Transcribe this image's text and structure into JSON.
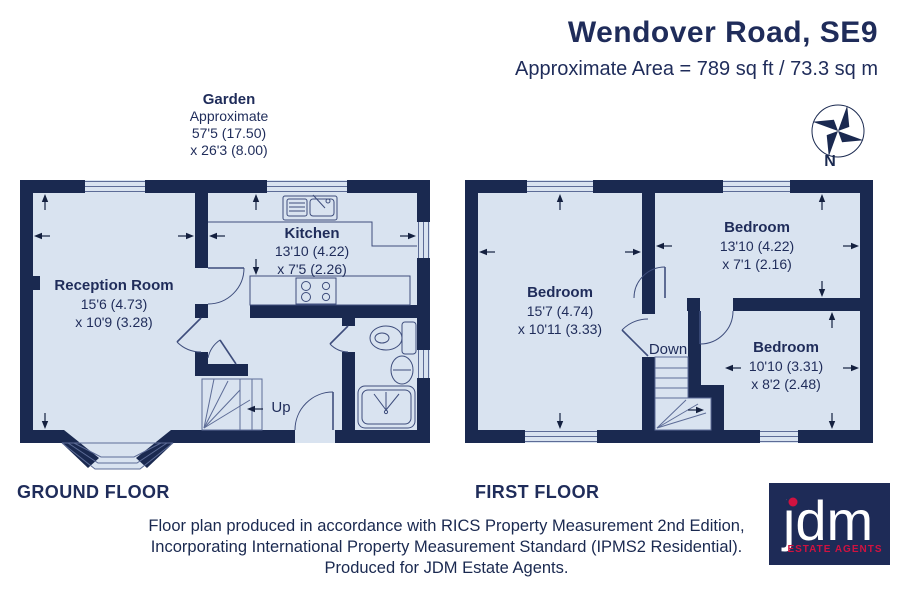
{
  "header": {
    "title": "Wendover Road, SE9",
    "subtitle": "Approximate Area = 789 sq ft /  73.3 sq m"
  },
  "garden": {
    "title": "Garden",
    "line1": "Approximate",
    "line2": "57'5 (17.50)",
    "line3": "x 26'3 (8.00)"
  },
  "compass": {
    "label": "N"
  },
  "ground_floor": {
    "label": "GROUND FLOOR",
    "stairs_label": "Up",
    "reception": {
      "name": "Reception Room",
      "dim1": "15'6 (4.73)",
      "dim2": "x 10'9 (3.28)"
    },
    "kitchen": {
      "name": "Kitchen",
      "dim1": "13'10 (4.22)",
      "dim2": "x 7'5 (2.26)"
    }
  },
  "first_floor": {
    "label": "FIRST FLOOR",
    "stairs_label": "Down",
    "bedroom_left": {
      "name": "Bedroom",
      "dim1": "15'7 (4.74)",
      "dim2": "x 10'11 (3.33)"
    },
    "bedroom_top_right": {
      "name": "Bedroom",
      "dim1": "13'10 (4.22)",
      "dim2": "x 7'1 (2.16)"
    },
    "bedroom_bottom_right": {
      "name": "Bedroom",
      "dim1": "10'10 (3.31)",
      "dim2": "x 8'2 (2.48)"
    }
  },
  "footer": {
    "line1": "Floor plan produced in accordance with RICS Property Measurement 2nd Edition,",
    "line2": "Incorporating International Property Measurement Standard (IPMS2 Residential).",
    "line3": "Produced for JDM Estate Agents."
  },
  "logo": {
    "brand": "jdm",
    "tagline": "ESTATE AGENTS"
  },
  "colors": {
    "wall_navy": "#1a2950",
    "text_navy": "#1f2c5a",
    "room_fill": "#d9e3f0",
    "thin_line": "#3e4d7c",
    "accent_red": "#d01240"
  }
}
